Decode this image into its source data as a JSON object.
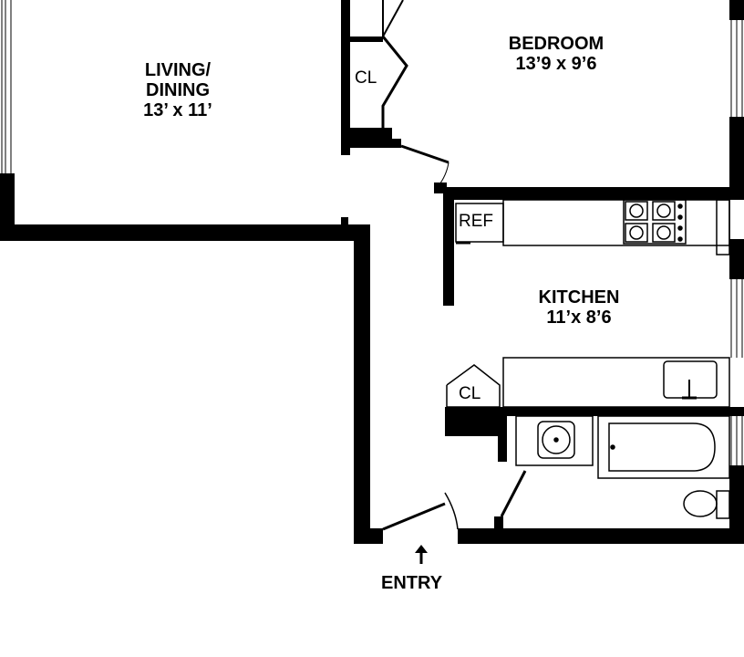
{
  "rooms": {
    "living": {
      "name": "LIVING/",
      "name2": "DINING",
      "dims": "13’ x 11’"
    },
    "bedroom": {
      "name": "BEDROOM",
      "dims": "13’9 x 9’6"
    },
    "kitchen": {
      "name": "KITCHEN",
      "dims": "11’x 8’6"
    }
  },
  "closets": {
    "bedroom_closet": "CL",
    "kitchen_closet": "CL"
  },
  "appliances": {
    "refrigerator": "REF"
  },
  "entry": {
    "label": "ENTRY"
  }
}
